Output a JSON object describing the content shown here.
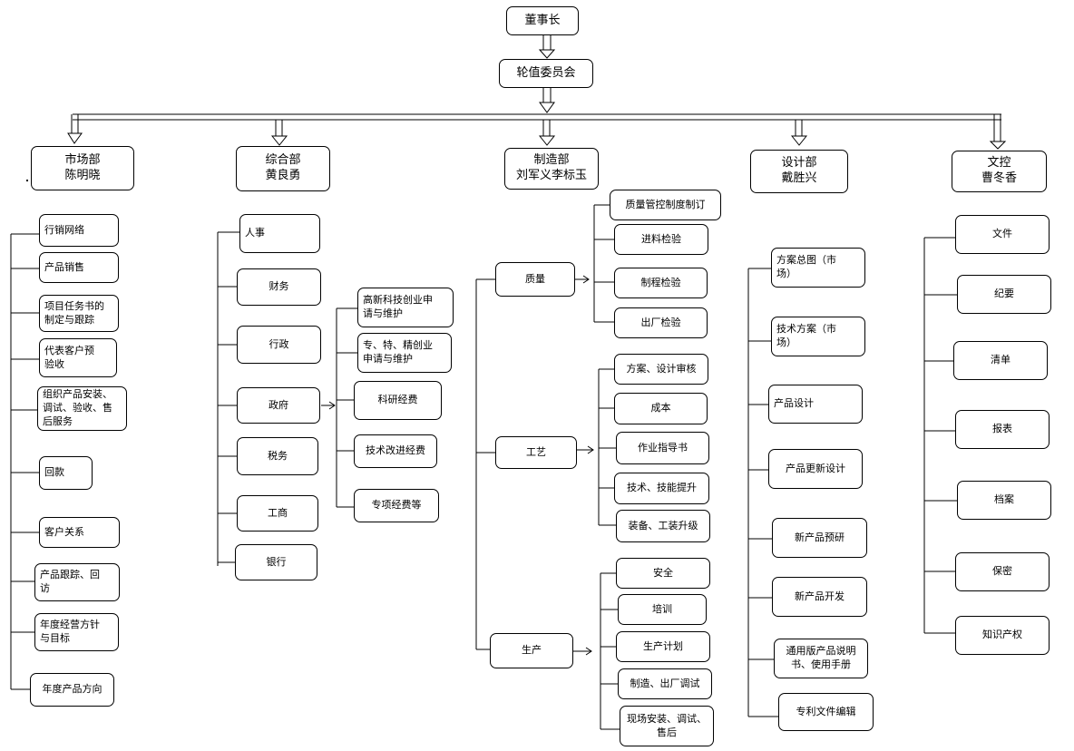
{
  "top": {
    "chairman": "董事长",
    "committee": "轮值委员会"
  },
  "departments": {
    "market": {
      "head": "市场部\n陈明晓",
      "items": [
        "行销网络",
        "产品销售",
        "项目任务书的\n制定与跟踪",
        "代表客户预\n验收",
        "组织产品安装、\n调试、验收、售\n后服务",
        "回款",
        "客户关系",
        "产品跟踪、回\n访",
        "年度经营方针\n与目标",
        "年度产品方向"
      ]
    },
    "general": {
      "head": "综合部\n黄良勇",
      "items": [
        "人事",
        "财务",
        "行政",
        "政府",
        "税务",
        "工商",
        "银行"
      ],
      "government_items": [
        "高新科技创业申\n请与维护",
        "专、特、精创业\n申请与维护",
        "科研经费",
        "技术改进经费",
        "专项经费等"
      ]
    },
    "manufacturing": {
      "head": "制造部\n刘军义李标玉",
      "groups": [
        {
          "name": "质量",
          "items": [
            "质量管控制度制订",
            "进料检验",
            "制程检验",
            "出厂检验"
          ]
        },
        {
          "name": "工艺",
          "items": [
            "方案、设计审核",
            "成本",
            "作业指导书",
            "技术、技能提升",
            "装备、工装升级"
          ]
        },
        {
          "name": "生产",
          "items": [
            "安全",
            "培训",
            "生产计划",
            "制造、出厂调试",
            "现场安装、调试、\n售后"
          ]
        }
      ]
    },
    "design": {
      "head": "设计部\n戴胜兴",
      "items": [
        "方案总图（市\n场）",
        "技术方案（市\n场）",
        "产品设计",
        "产品更新设计",
        "新产品预研",
        "新产品开发",
        "通用版产品说明\n书、使用手册",
        "专利文件编辑"
      ]
    },
    "doc_control": {
      "head": "文控\n曹冬香",
      "items": [
        "文件",
        "纪要",
        "清单",
        "报表",
        "档案",
        "保密",
        "知识产权"
      ]
    }
  }
}
